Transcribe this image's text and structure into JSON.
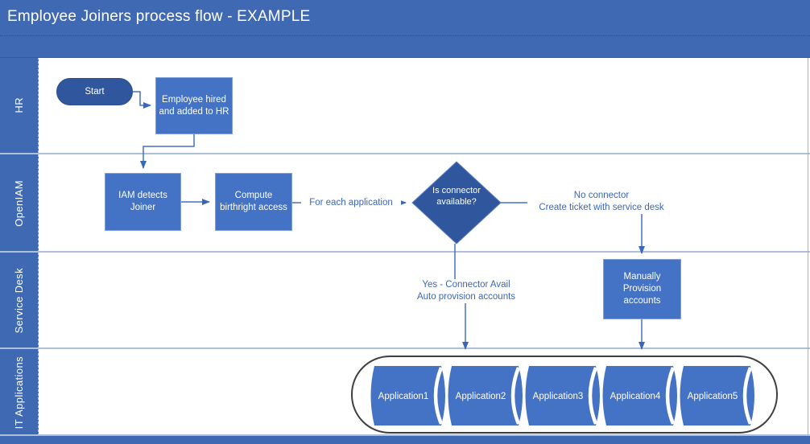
{
  "header": {
    "title": "Employee Joiners process flow - EXAMPLE"
  },
  "lanes": [
    {
      "label": "HR"
    },
    {
      "label": "OpenIAM"
    },
    {
      "label": "Service Desk"
    },
    {
      "label": "IT Applications"
    }
  ],
  "nodes": {
    "start": {
      "label": "Start"
    },
    "employee_hired": {
      "label": "Employee hired and added to HR"
    },
    "iam_detects": {
      "label": "IAM detects Joiner"
    },
    "compute_birthright": {
      "label": "Compute birthright access"
    },
    "decision": {
      "label": "Is connector available?"
    },
    "manually_provision": {
      "label": "Manually Provision accounts"
    }
  },
  "edge_labels": {
    "for_each": "For each application",
    "no_connector_line1": "No connector",
    "no_connector_line2": "Create ticket with service desk",
    "yes_line1": "Yes - Connector Avail",
    "yes_line2": "Auto provision accounts"
  },
  "applications": [
    {
      "label": "Application1"
    },
    {
      "label": "Application2"
    },
    {
      "label": "Application3"
    },
    {
      "label": "Application4"
    },
    {
      "label": "Application5"
    }
  ],
  "colors": {
    "band_blue": "#4069B4",
    "box_blue": "#4472C4",
    "box_border": "#7F9FDB",
    "dark_blue": "#30579D",
    "line_blue": "#4472C4",
    "edge_label_text": "#3E66B4",
    "lane_line": "#AEBFDC",
    "container_border": "#3F3F3F"
  }
}
